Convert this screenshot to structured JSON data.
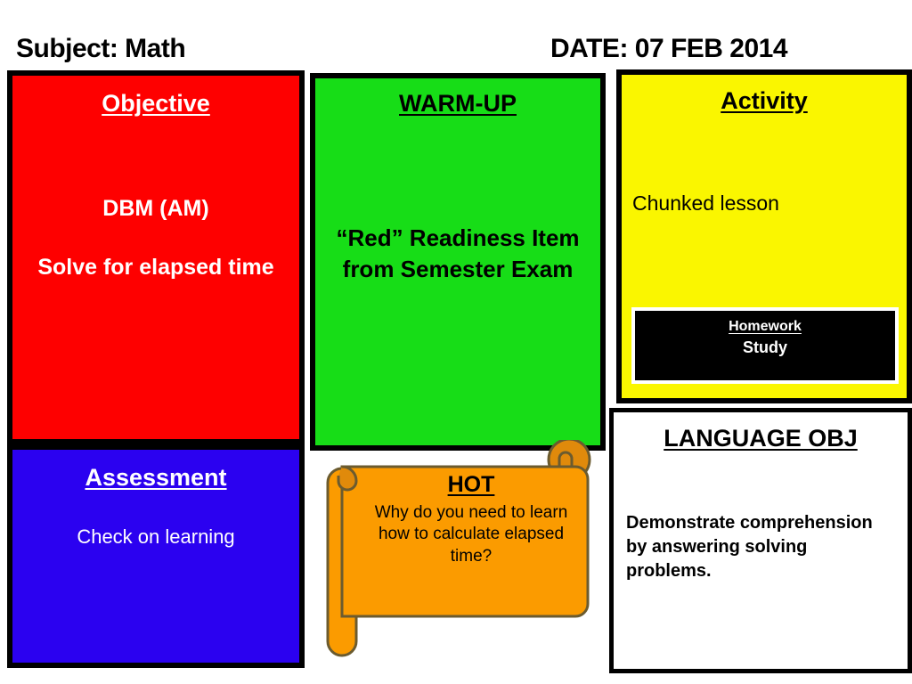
{
  "header": {
    "subject": "Subject:   Math",
    "date": "DATE: 07 FEB 2014"
  },
  "objective": {
    "title": "Objective",
    "line1": "DBM (AM)",
    "line2": "Solve for elapsed time",
    "color": "#FE0000",
    "text_color": "#FFFFFF"
  },
  "assessment": {
    "title": "Assessment",
    "body": "Check on learning",
    "color": "#2B01F0",
    "text_color": "#FFFFFF"
  },
  "warmup": {
    "title": "WARM-UP",
    "body": "“Red” Readiness Item from Semester Exam",
    "color": "#17DD17",
    "text_color": "#000000"
  },
  "activity": {
    "title": "Activity",
    "body": "Chunked lesson",
    "color": "#FAF600",
    "text_color": "#000000",
    "homework": {
      "title": "Homework",
      "body": "Study",
      "color": "#000000",
      "text_color": "#FFFFFF"
    }
  },
  "language_objective": {
    "title": "LANGUAGE OBJ",
    "body": "Demonstrate comprehension by answering solving problems.",
    "color": "#FFFFFF",
    "text_color": "#000000"
  },
  "hot": {
    "title": "HOT",
    "body": "Why do you need to learn how to calculate elapsed time?",
    "color": "#FB9B00",
    "outline_color": "#6B5B2F",
    "text_color": "#000000"
  }
}
